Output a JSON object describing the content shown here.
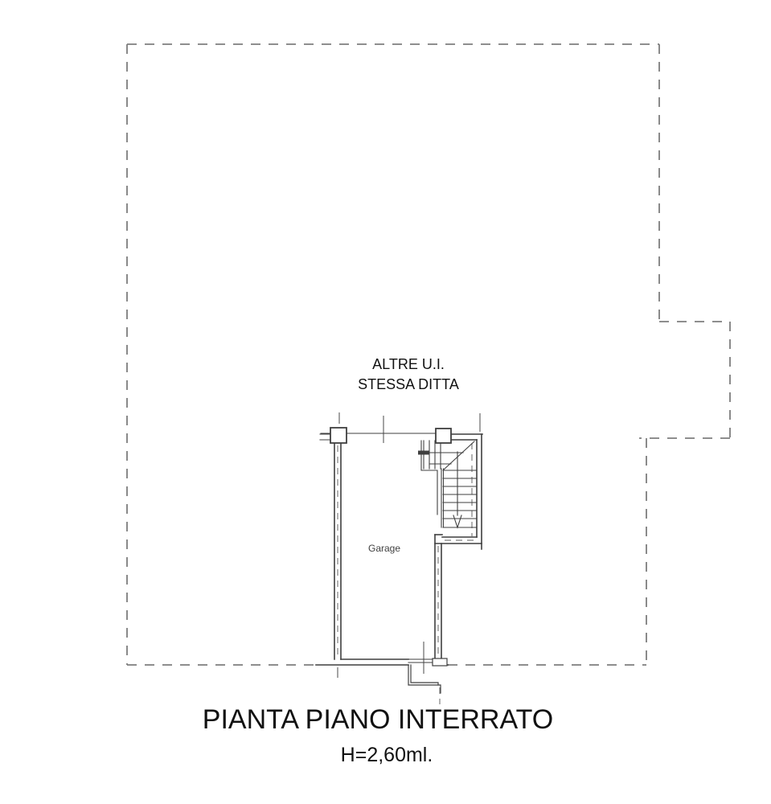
{
  "plan": {
    "annotation": {
      "line1": "ALTRE U.I.",
      "line2": "STESSA DITTA"
    },
    "room_label": "Garage",
    "title": "PIANTA PIANO INTERRATO",
    "height_note": "H=2,60ml."
  },
  "colors": {
    "background": "#ffffff",
    "wall": "#3f3f3f",
    "thin": "#5a5a5a",
    "dash": "#7e7e7e",
    "text": "#111111",
    "room_label": "#3f3f3f"
  }
}
